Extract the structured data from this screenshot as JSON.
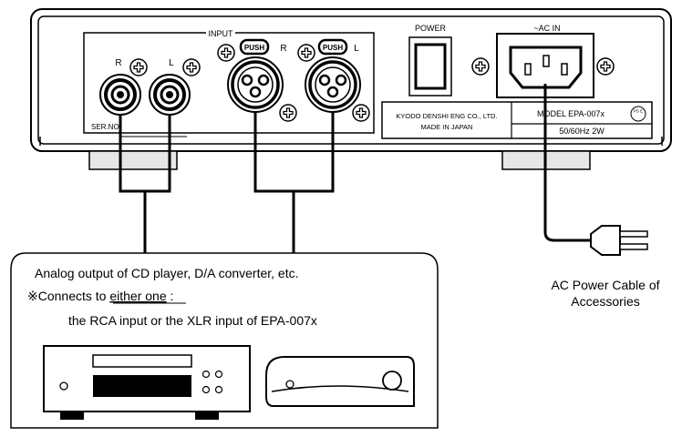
{
  "panel": {
    "input_label": "INPUT",
    "rca_right_label": "R",
    "rca_left_label": "L",
    "xlr_push_label": "PUSH",
    "xlr_right_label": "R",
    "xlr_left_label": "L",
    "serial_label": "SER.NO",
    "power_label": "POWER",
    "ac_in_label": "~AC IN",
    "maker_line1": "KYODO DENSHI ENG CO., LTD.",
    "maker_line2": "MADE IN JAPAN",
    "model_label": "MODEL  EPA-007x",
    "pse_label": "PS E",
    "rating_label": "50/60Hz 2W"
  },
  "source_box": {
    "line1": "Analog output of CD player, D/A converter, etc.",
    "line2_prefix": "※Connects to ",
    "line2_emphasis": "either one",
    "line2_suffix": " :",
    "line3": "the RCA input or the XLR input of EPA-007x"
  },
  "power_cable": {
    "line1": "AC Power Cable of",
    "line2": "Accessories"
  }
}
